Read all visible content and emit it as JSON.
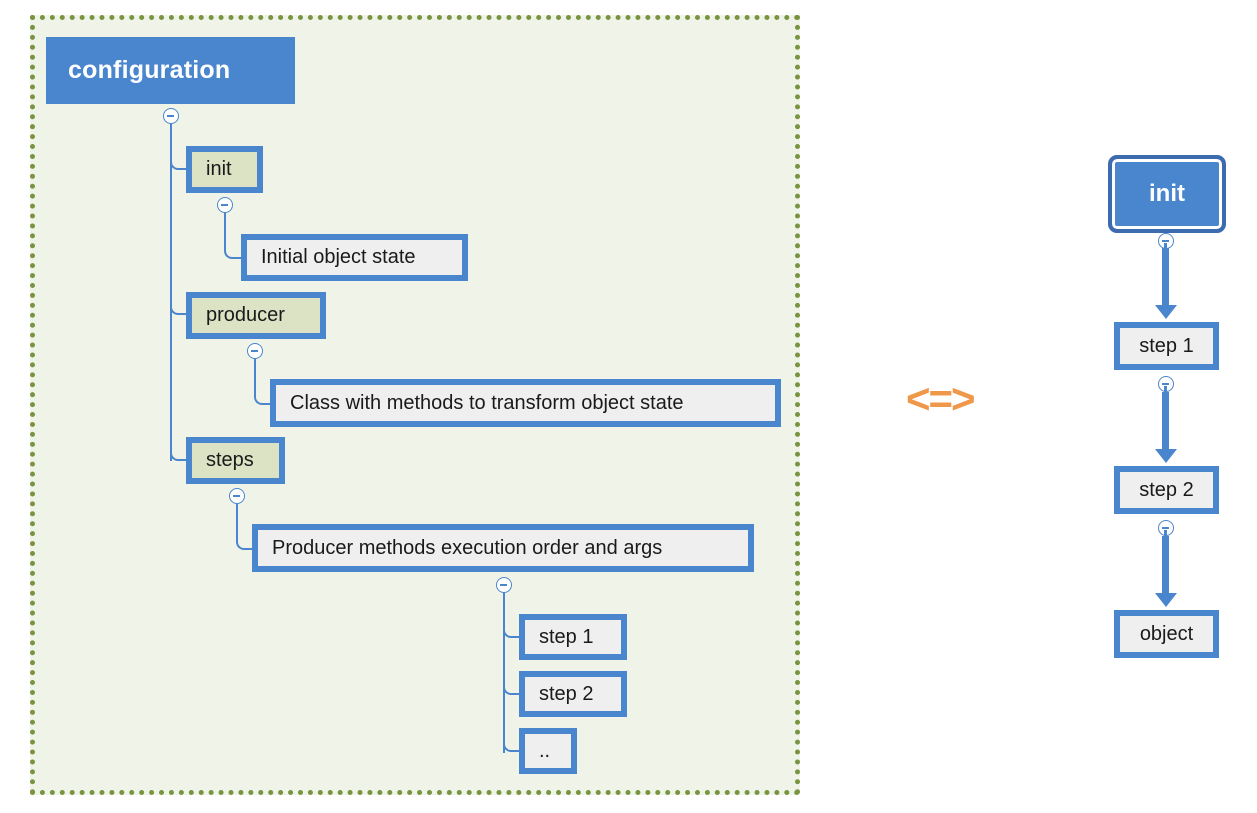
{
  "diagram": {
    "type": "concept-map",
    "equivalence_symbol": "<=>",
    "colors": {
      "container_background": "#f0f4e8",
      "container_border": "#789440",
      "accent_blue": "#4a86cd",
      "accent_blue_dark": "#3c6bb0",
      "green_node_fill": "#dce3c4",
      "grey_node_fill": "#efeff0",
      "equivalence_orange": "#f0984a",
      "title_text": "#ffffff",
      "node_text": "#1a1a1a"
    }
  },
  "configuration_tree": {
    "root_label": "configuration",
    "branches": [
      {
        "key_label": "init",
        "description_label": "Initial object state"
      },
      {
        "key_label": "producer",
        "description_label": "Class with methods to transform object state"
      },
      {
        "key_label": "steps",
        "description_label": "Producer methods execution order and args",
        "children": [
          {
            "label": "step 1"
          },
          {
            "label": "step 2"
          },
          {
            "label": ".."
          }
        ]
      }
    ]
  },
  "execution_flow": {
    "nodes": [
      {
        "label": "init",
        "style": "highlighted"
      },
      {
        "label": "step 1",
        "style": "normal"
      },
      {
        "label": "step 2",
        "style": "normal"
      },
      {
        "label": "object",
        "style": "normal"
      }
    ]
  }
}
